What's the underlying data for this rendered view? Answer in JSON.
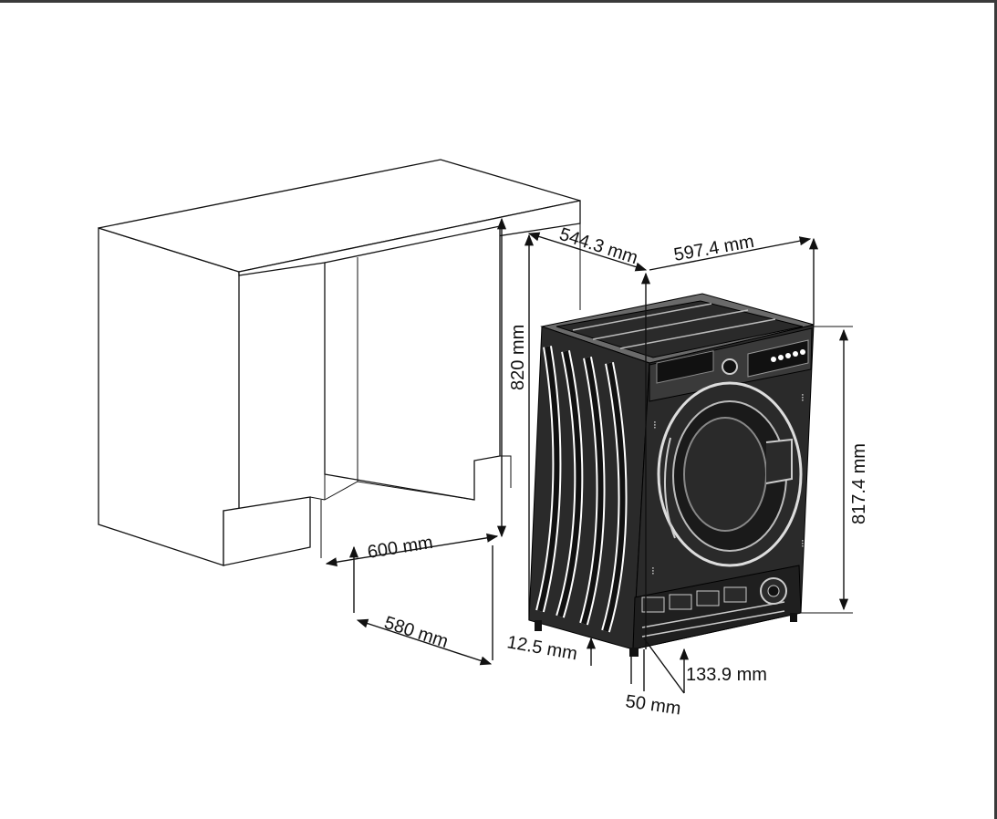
{
  "diagram": {
    "dimensions": {
      "depth_top": "544.3 mm",
      "width_top": "597.4 mm",
      "niche_height": "820 mm",
      "machine_height": "817.4 mm",
      "niche_width": "600 mm",
      "niche_depth": "580 mm",
      "foot_offset": "12.5 mm",
      "plinth_gap": "50 mm",
      "plinth_height": "133.9 mm"
    }
  }
}
